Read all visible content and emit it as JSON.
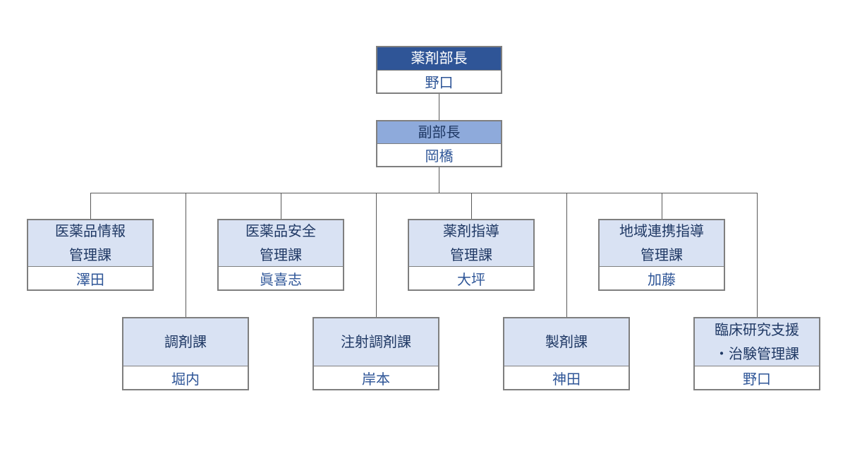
{
  "colors": {
    "level1_header_bg": "#2F5597",
    "level1_header_text": "#FFFFFF",
    "level2_header_bg": "#8EAADB",
    "level3_header_bg": "#D9E2F3",
    "header_text": "#1F3864",
    "name_text": "#2E5597",
    "box_border": "#7F7F7F",
    "connector": "#595959",
    "background": "#FFFFFF"
  },
  "org": {
    "root": {
      "title": "薬剤部長",
      "name": "野口"
    },
    "deputy": {
      "title": "副部長",
      "name": "岡橋"
    },
    "departments": [
      {
        "title_lines": [
          "医薬品情報",
          "管理課"
        ],
        "name": "澤田"
      },
      {
        "title_lines": [
          "調剤課"
        ],
        "name": "堀内"
      },
      {
        "title_lines": [
          "医薬品安全",
          "管理課"
        ],
        "name": "眞喜志"
      },
      {
        "title_lines": [
          "注射調剤課"
        ],
        "name": "岸本"
      },
      {
        "title_lines": [
          "薬剤指導",
          "管理課"
        ],
        "name": "大坪"
      },
      {
        "title_lines": [
          "製剤課"
        ],
        "name": "神田"
      },
      {
        "title_lines": [
          "地域連携指導",
          "管理課"
        ],
        "name": "加藤"
      },
      {
        "title_lines": [
          "臨床研究支援",
          "・治験管理課"
        ],
        "name": "野口"
      }
    ]
  }
}
